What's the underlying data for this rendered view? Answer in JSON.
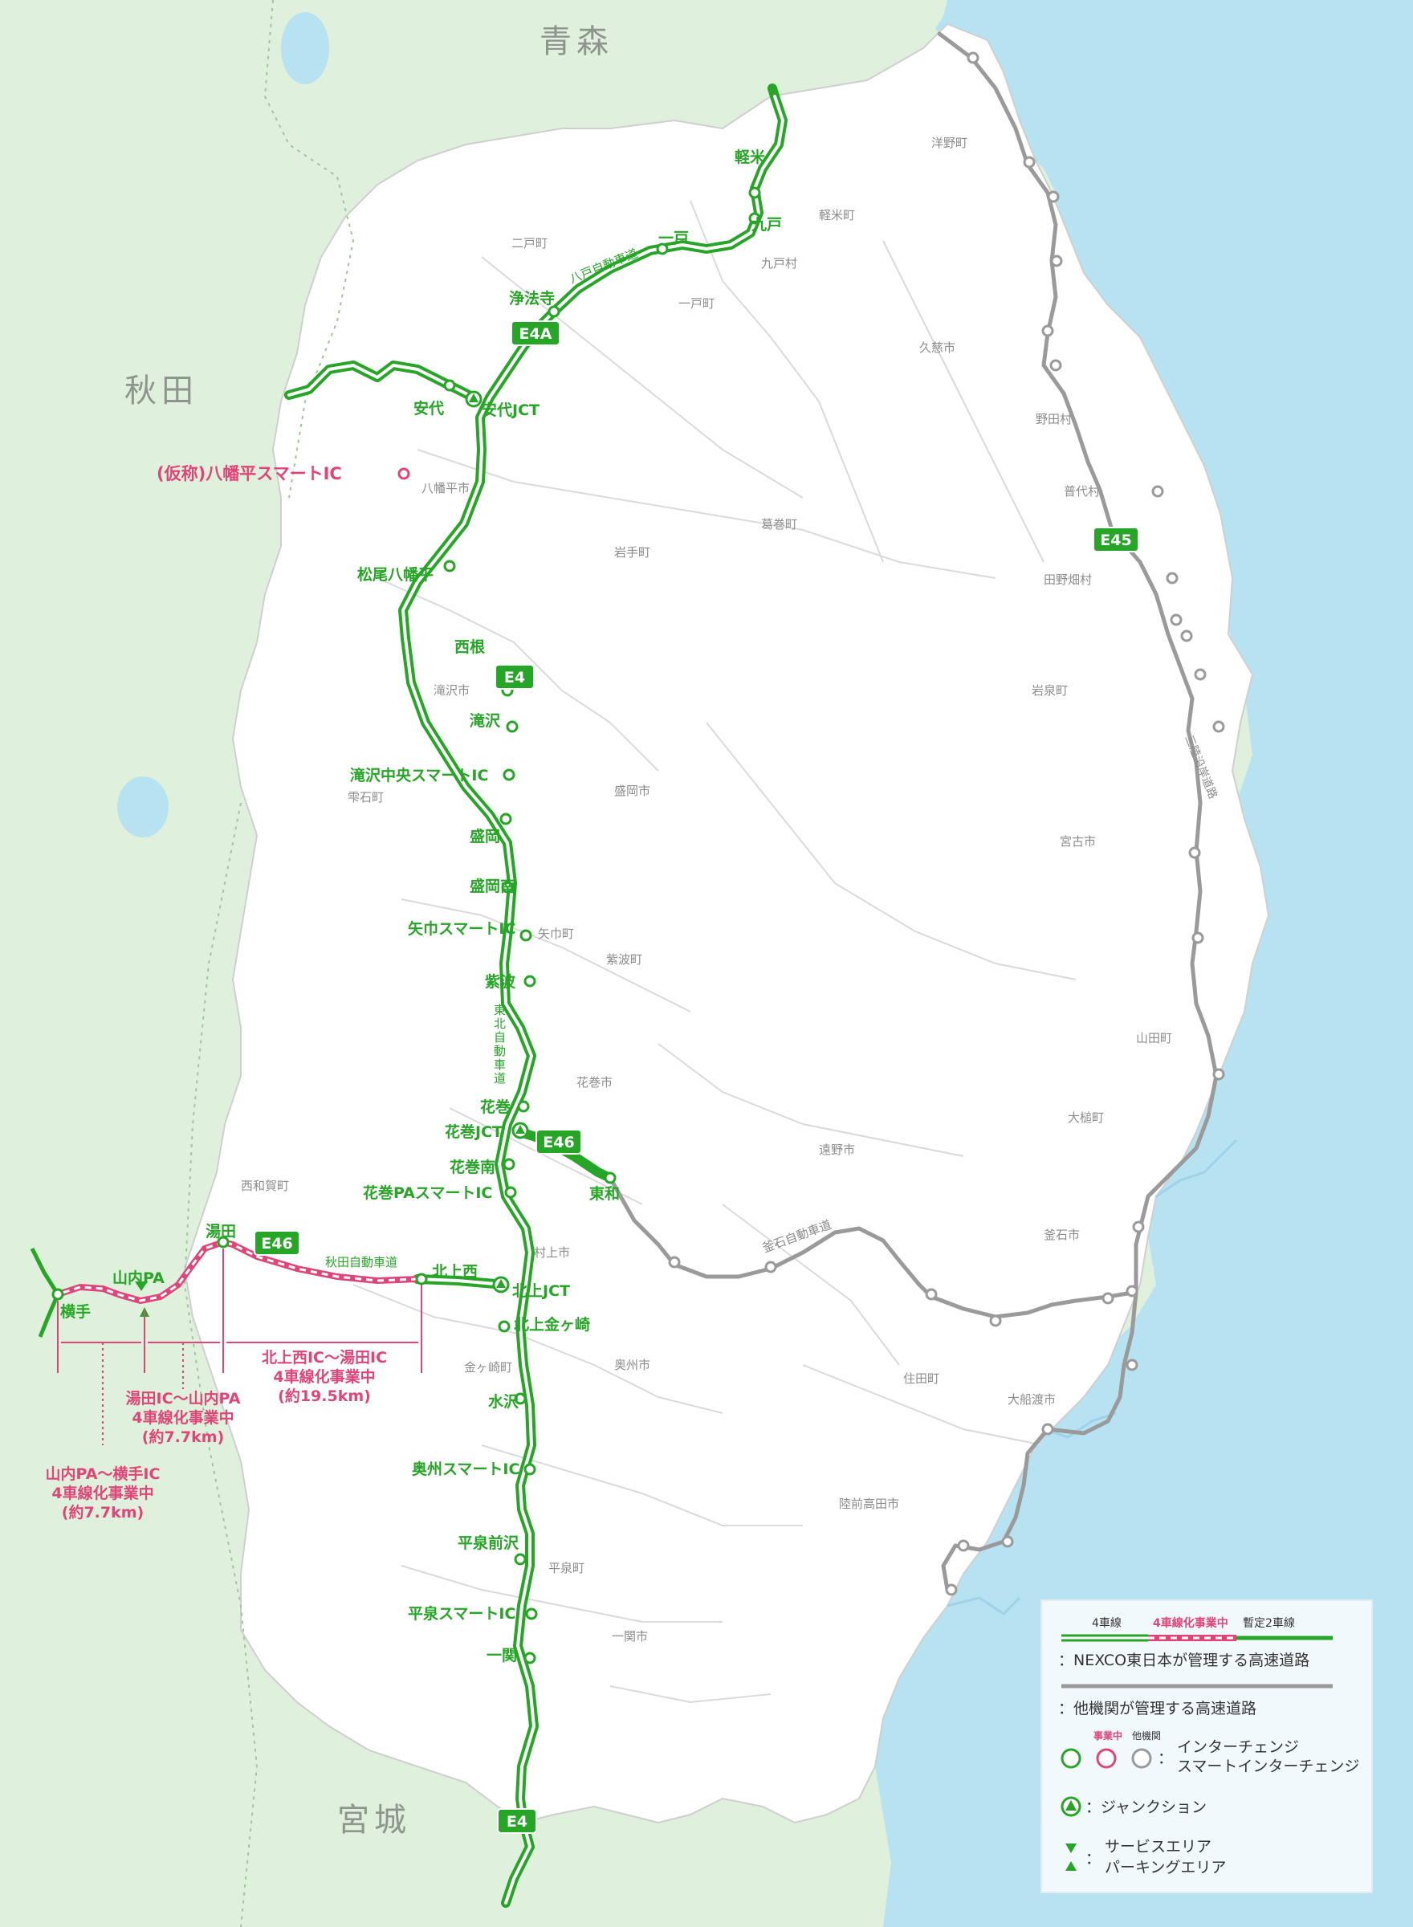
{
  "colors": {
    "sea": "#b7e2f2",
    "land_other": "#dff1dc",
    "land_iwate": "#ffffff",
    "nexco_road": "#26a526",
    "other_road": "#9a9a9a",
    "under_construction": "#e0457a",
    "label_green": "#26a526",
    "label_pink": "#e0457a",
    "legend_bg": "#f2f9fc"
  },
  "prefectures": {
    "aomori": "青森",
    "akita": "秋田",
    "miyagi": "宮城"
  },
  "municipalities": {
    "hirono": "洋野町",
    "karumai": "軽米町",
    "kunohe": "九戸村",
    "ninohe": "二戸町",
    "ichinohe": "一戸町",
    "kuji": "久慈市",
    "noda": "野田村",
    "fudai": "普代村",
    "tanohata": "田野畑村",
    "hachimantai": "八幡平市",
    "iwate": "岩手町",
    "kuzumaki": "葛巻町",
    "takizawa": "滝沢市",
    "shizukuishi": "雫石町",
    "morioka": "盛岡市",
    "iwaizumi": "岩泉町",
    "miyako": "宮古市",
    "yahaba": "矢巾町",
    "shiwa": "紫波町",
    "yamada": "山田町",
    "hanamaki": "花巻市",
    "otsuchi": "大槌町",
    "tono": "遠野市",
    "nishiwaga": "西和賀町",
    "kamaishi": "釜石市",
    "kitakami": "村上市",
    "kanegasaki": "金ヶ崎町",
    "oshu": "奥州市",
    "sumita": "住田町",
    "ofunato": "大船渡市",
    "rikuzentakata": "陸前高田市",
    "hiraizumi": "平泉町",
    "ichinoseki": "一関市"
  },
  "interchanges": {
    "karumai": "軽米",
    "kunohe": "九戸",
    "ichinohe": "一戸",
    "joboji": "浄法寺",
    "ashiro": "安代",
    "ashiro_jct": "安代JCT",
    "hachimantai_smart": "(仮称)八幡平スマートIC",
    "matsuo": "松尾八幡平",
    "nishine": "西根",
    "takizawa": "滝沢",
    "takizawa_smart": "滝沢中央スマートIC",
    "morioka": "盛岡",
    "morioka_minami": "盛岡南",
    "yahaba_smart": "矢巾スマートIC",
    "shiwa": "紫波",
    "hanamaki": "花巻",
    "hanamaki_jct": "花巻JCT",
    "hanamaki_minami": "花巻南",
    "hanamaki_pa_smart": "花巻PAスマートIC",
    "towa": "東和",
    "yuda": "湯田",
    "yamauchi_pa": "山内PA",
    "yokote": "横手",
    "kitakami_nishi": "北上西",
    "kitakami_jct": "北上JCT",
    "kitakami_kanegasaki": "北上金ヶ崎",
    "mizusawa": "水沢",
    "oshu_smart": "奥州スマートIC",
    "hiraizumi_maesawa": "平泉前沢",
    "hiraizumi_smart": "平泉スマートIC",
    "ichinoseki": "一関"
  },
  "route_signs": {
    "e4a": "E4A",
    "e4_north": "E4",
    "e4_south": "E4",
    "e46_east": "E46",
    "e46_west": "E46",
    "e45": "E45"
  },
  "road_names": {
    "hachinohe": "八戸自動車道",
    "tohoku": "東北自動車道",
    "akita": "秋田自動車道",
    "kamaishi": "釜石自動車道",
    "sanriku": "三陸沿岸道路"
  },
  "construction_notes": {
    "kitakami_yuda": [
      "北上西IC～湯田IC",
      "4車線化事業中",
      "(約19.5km)"
    ],
    "yuda_yamauchi": [
      "湯田IC～山内PA",
      "4車線化事業中",
      "(約7.7km)"
    ],
    "yamauchi_yokote": [
      "山内PA～横手IC",
      "4車線化事業中",
      "(約7.7km)"
    ]
  },
  "legend": {
    "four_lane": "4車線",
    "four_lane_construction": "4車線化事業中",
    "two_lane": "暫定2車線",
    "nexco_roads": "：NEXCO東日本が管理する高速道路",
    "other_roads": "：他機関が管理する高速道路",
    "under_construction_tag": "事業中",
    "other_agency_tag": "他機関",
    "interchange": "インターチェンジ",
    "smart_interchange": "スマートインターチェンジ",
    "junction": "：ジャンクション",
    "service_area": "サービスエリア",
    "parking_area": "パーキングエリア",
    "colon": "："
  }
}
